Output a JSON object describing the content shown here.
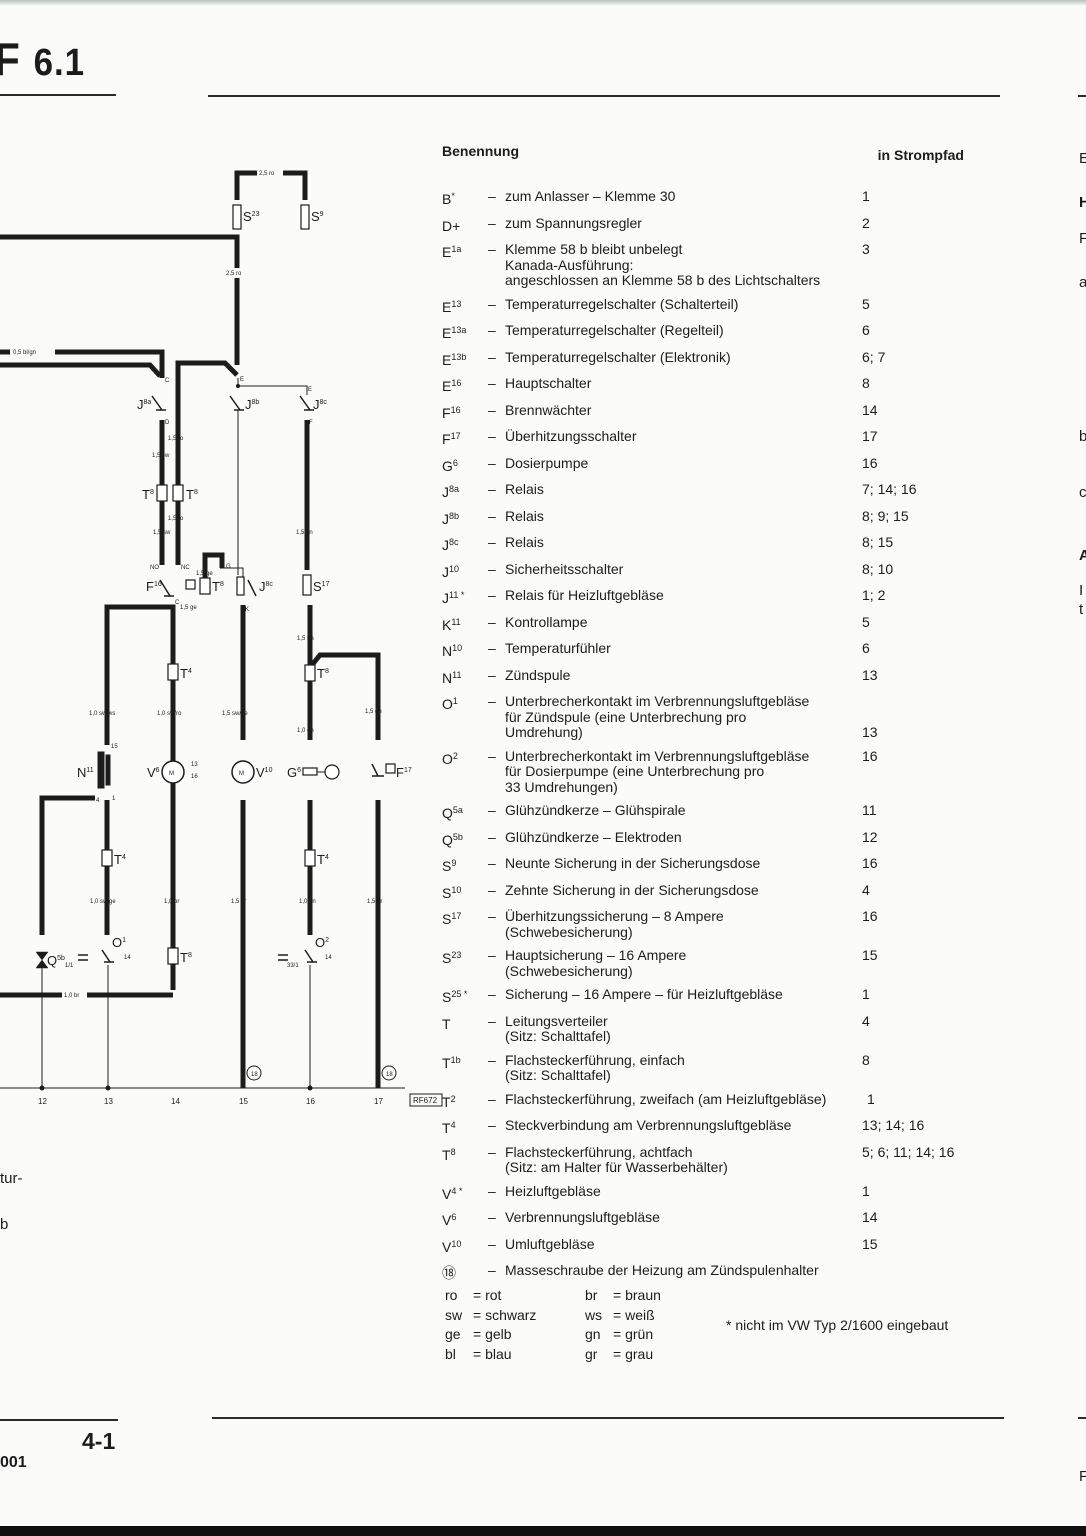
{
  "header": {
    "section_letter": "F",
    "section_number": "6.1"
  },
  "legend": {
    "col_name": "Benennung",
    "col_path": "in Strompfad",
    "items": [
      {
        "code": "B",
        "sup": "*",
        "lines": [
          "zum Anlasser – Klemme 30"
        ],
        "path": "1"
      },
      {
        "code": "D+",
        "sup": "",
        "lines": [
          "zum Spannungsregler"
        ],
        "path": "2"
      },
      {
        "code": "E",
        "sup": "1a",
        "lines": [
          "Klemme 58 b bleibt unbelegt",
          "Kanada-Ausführung:",
          "angeschlossen an Klemme 58 b des Lichtschalters"
        ],
        "path": "3"
      },
      {
        "code": "E",
        "sup": "13",
        "lines": [
          "Temperaturregelschalter (Schalterteil)"
        ],
        "path": "5"
      },
      {
        "code": "E",
        "sup": "13a",
        "lines": [
          "Temperaturregelschalter (Regelteil)"
        ],
        "path": "6"
      },
      {
        "code": "E",
        "sup": "13b",
        "lines": [
          "Temperaturregelschalter (Elektronik)"
        ],
        "path": "6; 7"
      },
      {
        "code": "E",
        "sup": "16",
        "lines": [
          "Hauptschalter"
        ],
        "path": "8"
      },
      {
        "code": "F",
        "sup": "16",
        "lines": [
          "Brennwächter"
        ],
        "path": "14"
      },
      {
        "code": "F",
        "sup": "17",
        "lines": [
          "Überhitzungsschalter"
        ],
        "path": "17"
      },
      {
        "code": "G",
        "sup": "6",
        "lines": [
          "Dosierpumpe"
        ],
        "path": "16"
      },
      {
        "code": "J",
        "sup": "8a",
        "lines": [
          "Relais"
        ],
        "path": "7; 14; 16"
      },
      {
        "code": "J",
        "sup": "8b",
        "lines": [
          "Relais"
        ],
        "path": "8; 9; 15"
      },
      {
        "code": "J",
        "sup": "8c",
        "lines": [
          "Relais"
        ],
        "path": "8; 15"
      },
      {
        "code": "J",
        "sup": "10",
        "lines": [
          "Sicherheitsschalter"
        ],
        "path": "8; 10"
      },
      {
        "code": "J",
        "sup": "11 *",
        "lines": [
          "Relais für Heizluftgebläse"
        ],
        "path": "1; 2"
      },
      {
        "code": "K",
        "sup": "11",
        "lines": [
          "Kontrollampe"
        ],
        "path": "5"
      },
      {
        "code": "N",
        "sup": "10",
        "lines": [
          "Temperaturfühler"
        ],
        "path": "6"
      },
      {
        "code": "N",
        "sup": "11",
        "lines": [
          "Zündspule"
        ],
        "path": "13"
      },
      {
        "code": "O",
        "sup": "1",
        "lines": [
          "Unterbrecherkontakt im Verbrennungsluftgebläse",
          "für Zündspule (eine Unterbrechung pro",
          "Umdrehung)"
        ],
        "path": "13",
        "path_at_end": true
      },
      {
        "code": "O",
        "sup": "2",
        "lines": [
          "Unterbrecherkontakt im Verbrennungsluftgebläse",
          "für Dosierpumpe (eine Unterbrechung pro",
          "33 Umdrehungen)"
        ],
        "path": "16"
      },
      {
        "code": "Q",
        "sup": "5a",
        "lines": [
          "Glühzündkerze – Glühspirale"
        ],
        "path": "11"
      },
      {
        "code": "Q",
        "sup": "5b",
        "lines": [
          "Glühzündkerze – Elektroden"
        ],
        "path": "12"
      },
      {
        "code": "S",
        "sup": "9",
        "lines": [
          "Neunte Sicherung in der Sicherungsdose"
        ],
        "path": "16"
      },
      {
        "code": "S",
        "sup": "10",
        "lines": [
          "Zehnte Sicherung in der Sicherungsdose"
        ],
        "path": "4"
      },
      {
        "code": "S",
        "sup": "17",
        "lines": [
          "Überhitzungssicherung – 8 Ampere",
          "(Schwebesicherung)"
        ],
        "path": "16"
      },
      {
        "code": "S",
        "sup": "23",
        "lines": [
          "Hauptsicherung – 16 Ampere",
          "(Schwebesicherung)"
        ],
        "path": "15"
      },
      {
        "code": "S",
        "sup": "25 *",
        "lines": [
          "Sicherung – 16 Ampere – für Heizluftgebläse"
        ],
        "path": "1"
      },
      {
        "code": "T",
        "sup": "",
        "lines": [
          "Leitungsverteiler",
          "(Sitz: Schalttafel)"
        ],
        "path": "4"
      },
      {
        "code": "T",
        "sup": "1b",
        "lines": [
          "Flachsteckerführung, einfach",
          "(Sitz: Schalttafel)"
        ],
        "path": "8"
      },
      {
        "code": "T",
        "sup": "2",
        "lines": [
          "Flachsteckerführung, zweifach (am Heizluftgebläse)"
        ],
        "path": "1",
        "wide": true
      },
      {
        "code": "T",
        "sup": "4",
        "lines": [
          "Steckverbindung am Verbrennungsluftgebläse"
        ],
        "path": "13; 14; 16"
      },
      {
        "code": "T",
        "sup": "8",
        "lines": [
          "Flachsteckerführung, achtfach",
          "(Sitz: am Halter für Wasserbehälter)"
        ],
        "path": "5; 6; 11; 14; 16"
      },
      {
        "code": "V",
        "sup": "4 *",
        "lines": [
          "Heizluftgebläse"
        ],
        "path": "1"
      },
      {
        "code": "V",
        "sup": "6",
        "lines": [
          "Verbrennungsluftgebläse"
        ],
        "path": "14"
      },
      {
        "code": "V",
        "sup": "10",
        "lines": [
          "Umluftgebläse"
        ],
        "path": "15"
      },
      {
        "code": "⑱",
        "sup": "",
        "lines": [
          "Masseschraube der Heizung am Zündspulenhalter"
        ],
        "path": ""
      }
    ]
  },
  "color_codes": [
    {
      "abbr": "ro",
      "name": "rot"
    },
    {
      "abbr": "br",
      "name": "braun"
    },
    {
      "abbr": "sw",
      "name": "schwarz"
    },
    {
      "abbr": "ws",
      "name": "weiß"
    },
    {
      "abbr": "ge",
      "name": "gelb"
    },
    {
      "abbr": "gn",
      "name": "grün"
    },
    {
      "abbr": "bl",
      "name": "blau"
    },
    {
      "abbr": "gr",
      "name": "grau"
    }
  ],
  "footnote": "* nicht im VW Typ 2/1600 eingebaut",
  "footer": {
    "page_number": "4-1",
    "code": "001"
  },
  "fragments": {
    "left": [
      "tur-",
      "b"
    ],
    "right": [
      "E",
      "H",
      "F",
      "a",
      "b",
      "c",
      "A",
      "I",
      "t",
      "F"
    ]
  },
  "diagram": {
    "wires": {
      "w_top": "2,5 ro",
      "w_s23": "2,5 ro",
      "w_blgn": "0,5 bl/gn",
      "w_d1": "1,5 sw",
      "w_d2": "1,5 sw",
      "w_ro1": "1,5 ro",
      "w_ro2": "1,5 ro",
      "w_gn1": "1,5 gn",
      "w_ge1": "1,5 ge",
      "w_ge2": "1,5 ge",
      "w_13a": "1,0 sw/ws",
      "w_14a": "1,0 sw/ro",
      "w_15a": "1,5 sw/ge",
      "w_16a": "1,5 gn",
      "w_16b": "1,0 gn",
      "w_17a": "1,5 gn",
      "w_13b": "1,0 sw/ge",
      "w_14b": "1,0 br",
      "w_15b": "1,5 br",
      "w_16c": "1,0 gn",
      "w_17b": "1,5 br",
      "w_gnd": "1,0 br"
    },
    "terminals": {
      "c": "C",
      "d": "D",
      "e": "E",
      "e2": "E",
      "f": "F",
      "no": "NO",
      "nc": "NC",
      "g": "G",
      "k": "K",
      "c2": "C",
      "t15": "15",
      "t4": "4",
      "t1": "1"
    },
    "components": {
      "s23": {
        "base": "S",
        "sup": "23"
      },
      "s9": {
        "base": "S",
        "sup": "9"
      },
      "j8a": {
        "base": "J",
        "sup": "8a"
      },
      "j8b": {
        "base": "J",
        "sup": "8b"
      },
      "j8c": {
        "base": "J",
        "sup": "8c"
      },
      "j8c2": {
        "base": "J",
        "sup": "8c"
      },
      "t8a": {
        "base": "T",
        "sup": "8"
      },
      "t8b": {
        "base": "T",
        "sup": "8"
      },
      "t8c": {
        "base": "T",
        "sup": "8"
      },
      "f16": {
        "base": "F",
        "sup": "16"
      },
      "s17": {
        "base": "S",
        "sup": "17"
      },
      "t4a": {
        "base": "T",
        "sup": "4"
      },
      "t8d": {
        "base": "T",
        "sup": "8"
      },
      "n11": {
        "base": "N",
        "sup": "11"
      },
      "v6": {
        "base": "V",
        "sup": "6"
      },
      "v10": {
        "base": "V",
        "sup": "10"
      },
      "g6": {
        "base": "G",
        "sup": "6"
      },
      "f17": {
        "base": "F",
        "sup": "17"
      },
      "t4b": {
        "base": "T",
        "sup": "4"
      },
      "t4c": {
        "base": "T",
        "sup": "4"
      },
      "t8e": {
        "base": "T",
        "sup": "8"
      },
      "o1": {
        "base": "O",
        "sup": "1"
      },
      "o2": {
        "base": "O",
        "sup": "2"
      },
      "q5b": {
        "base": "Q",
        "sup": "5b"
      }
    },
    "motor_m": "M",
    "ref_13": "13",
    "ref_16": "16",
    "ref_14a": "14",
    "ref_14b": "14",
    "ratio_1": "1/1",
    "ratio_2": "33/1",
    "ground_ref": "18",
    "current_paths": [
      "12",
      "13",
      "14",
      "15",
      "16",
      "17"
    ],
    "drawing_id": "RF672"
  }
}
